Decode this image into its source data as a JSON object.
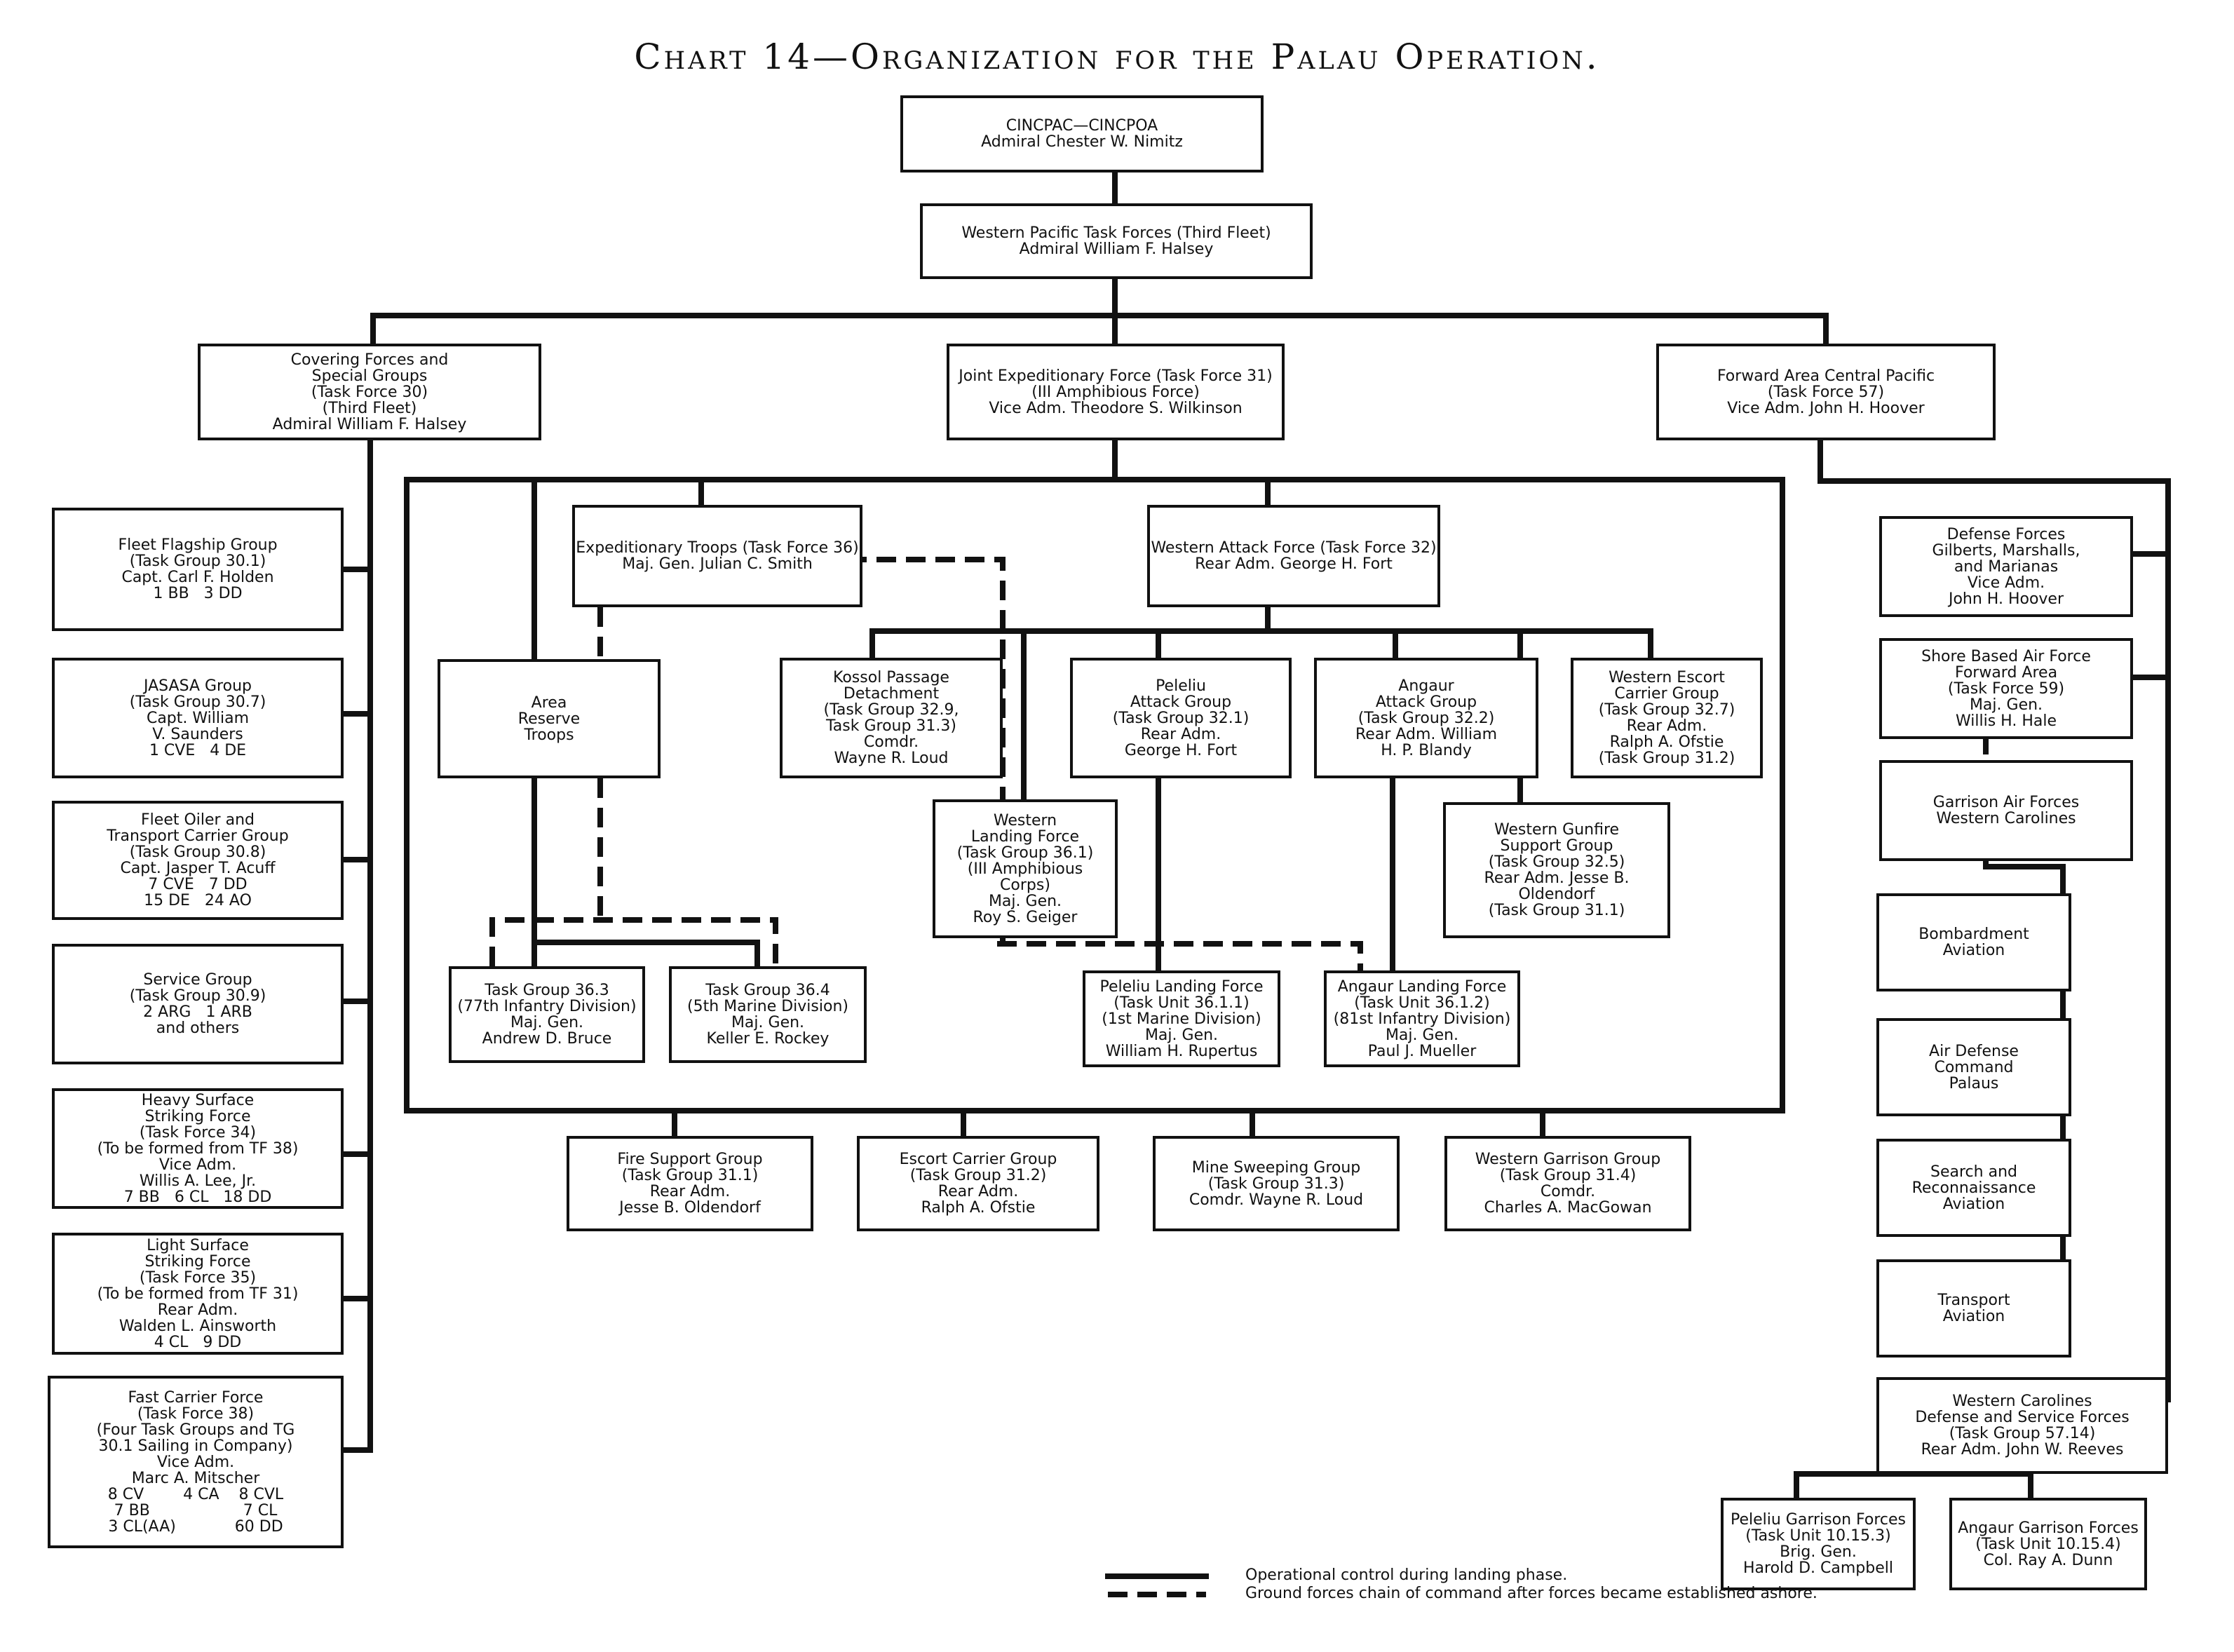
{
  "title": "Chart 14—Organization for the Palau Operation.",
  "nodes": {
    "cincpac": [
      "CINCPAC—CINCPOA",
      "Admiral Chester W. Nimitz"
    ],
    "third_fleet": [
      "Western Pacific Task Forces (Third Fleet)",
      "Admiral William F. Halsey"
    ],
    "covering": [
      "Covering Forces and",
      "Special Groups",
      "(Task Force 30)",
      "(Third Fleet)",
      "Admiral William F. Halsey"
    ],
    "joint": [
      "Joint Expeditionary Force (Task Force 31)",
      "(III Amphibious Force)",
      "Vice Adm. Theodore S. Wilkinson"
    ],
    "forward": [
      "Forward Area Central Pacific",
      "(Task Force 57)",
      "Vice Adm. John H. Hoover"
    ],
    "fleet_flagship": [
      "Fleet Flagship Group",
      "(Task Group 30.1)",
      "Capt. Carl F. Holden",
      "1 BB   3 DD"
    ],
    "jasasa": [
      "JASASA Group",
      "(Task Group 30.7)",
      "Capt. William",
      "V. Saunders",
      "1 CVE   4 DE"
    ],
    "fleet_oiler": [
      "Fleet Oiler and",
      "Transport Carrier Group",
      "(Task Group 30.8)",
      "Capt. Jasper T. Acuff",
      "7 CVE   7 DD",
      "15 DE   24 AO"
    ],
    "service": [
      "Service Group",
      "(Task Group 30.9)",
      "2 ARG   1 ARB",
      "and others"
    ],
    "heavy": [
      "Heavy Surface",
      "Striking Force",
      "(Task Force 34)",
      "(To be formed from TF 38)",
      "Vice Adm.",
      "Willis A. Lee, Jr.",
      "7 BB   6 CL   18 DD"
    ],
    "light": [
      "Light Surface",
      "Striking Force",
      "(Task Force 35)",
      "(To be formed from TF 31)",
      "Rear Adm.",
      "Walden L. Ainsworth",
      "4 CL   9 DD"
    ],
    "fast_carrier": [
      "Fast Carrier Force",
      "(Task Force 38)",
      "(Four Task Groups and TG",
      "30.1 Sailing in Company)",
      "Vice Adm.",
      "Marc A. Mitscher",
      "8 CV        4 CA    8 CVL",
      "7 BB                   7 CL",
      "3 CL(AA)            60 DD"
    ],
    "exp_troops": [
      "Expeditionary Troops (Task Force 36)",
      "Maj. Gen. Julian C. Smith"
    ],
    "western_attack": [
      "Western Attack Force (Task Force 32)",
      "Rear Adm. George H. Fort"
    ],
    "area_reserve": [
      "Area",
      "Reserve",
      "Troops"
    ],
    "kossol": [
      "Kossol Passage",
      "Detachment",
      "(Task Group 32.9,",
      "Task Group 31.3)",
      "Comdr.",
      "Wayne R. Loud"
    ],
    "peleliu_attack": [
      "Peleliu",
      "Attack Group",
      "(Task Group 32.1)",
      "Rear Adm.",
      "George H. Fort"
    ],
    "angaur_attack": [
      "Angaur",
      "Attack Group",
      "(Task Group 32.2)",
      "Rear Adm. William",
      "H. P. Blandy"
    ],
    "western_escort": [
      "Western Escort",
      "Carrier Group",
      "(Task Group 32.7)",
      "Rear Adm.",
      "Ralph A. Ofstie",
      "(Task Group 31.2)"
    ],
    "western_landing": [
      "Western",
      "Landing Force",
      "(Task Group 36.1)",
      "(III Amphibious",
      "Corps)",
      "Maj. Gen.",
      "Roy S. Geiger"
    ],
    "western_gunfire": [
      "Western Gunfire",
      "Support Group",
      "(Task Group 32.5)",
      "Rear Adm. Jesse B.",
      "Oldendorf",
      "(Task Group 31.1)"
    ],
    "tg363": [
      "Task Group 36.3",
      "(77th Infantry Division)",
      "Maj. Gen.",
      "Andrew D. Bruce"
    ],
    "tg364": [
      "Task Group 36.4",
      "(5th Marine Division)",
      "Maj. Gen.",
      "Keller E. Rockey"
    ],
    "peleliu_landing": [
      "Peleliu Landing Force",
      "(Task Unit 36.1.1)",
      "(1st Marine Division)",
      "Maj. Gen.",
      "William H. Rupertus"
    ],
    "angaur_landing": [
      "Angaur Landing Force",
      "(Task Unit 36.1.2)",
      "(81st Infantry Division)",
      "Maj. Gen.",
      "Paul J. Mueller"
    ],
    "fire_support": [
      "Fire Support Group",
      "(Task Group 31.1)",
      "Rear Adm.",
      "Jesse B. Oldendorf"
    ],
    "escort_carrier": [
      "Escort Carrier Group",
      "(Task Group 31.2)",
      "Rear Adm.",
      "Ralph A. Ofstie"
    ],
    "mine_sweeping": [
      "Mine Sweeping Group",
      "(Task Group 31.3)",
      "Comdr. Wayne R. Loud"
    ],
    "western_garrison": [
      "Western Garrison Group",
      "(Task Group 31.4)",
      "Comdr.",
      "Charles A. MacGowan"
    ],
    "defense_forces": [
      "Defense Forces",
      "Gilberts, Marshalls,",
      "and Marianas",
      "Vice Adm.",
      "John H. Hoover"
    ],
    "shore_air": [
      "Shore Based Air Force",
      "Forward Area",
      "(Task Force 59)",
      "Maj. Gen.",
      "Willis H. Hale"
    ],
    "garrison_air": [
      "Garrison Air Forces",
      "Western Carolines"
    ],
    "bombardment": [
      "Bombardment",
      "Aviation"
    ],
    "air_defense": [
      "Air Defense",
      "Command",
      "Palaus"
    ],
    "search_recon": [
      "Search and",
      "Reconnaissance",
      "Aviation"
    ],
    "transport_av": [
      "Transport",
      "Aviation"
    ],
    "wc_defense": [
      "Western Carolines",
      "Defense and Service Forces",
      "(Task Group 57.14)",
      "Rear Adm. John W. Reeves"
    ],
    "peleliu_garrison": [
      "Peleliu Garrison Forces",
      "(Task Unit 10.15.3)",
      "Brig. Gen.",
      "Harold D. Campbell"
    ],
    "angaur_garrison": [
      "Angaur Garrison Forces",
      "(Task Unit 10.15.4)",
      "Col. Ray A. Dunn"
    ]
  },
  "legend": {
    "solid": "Operational control during landing phase.",
    "dashed": "Ground forces chain of command after forces became established ashore."
  }
}
